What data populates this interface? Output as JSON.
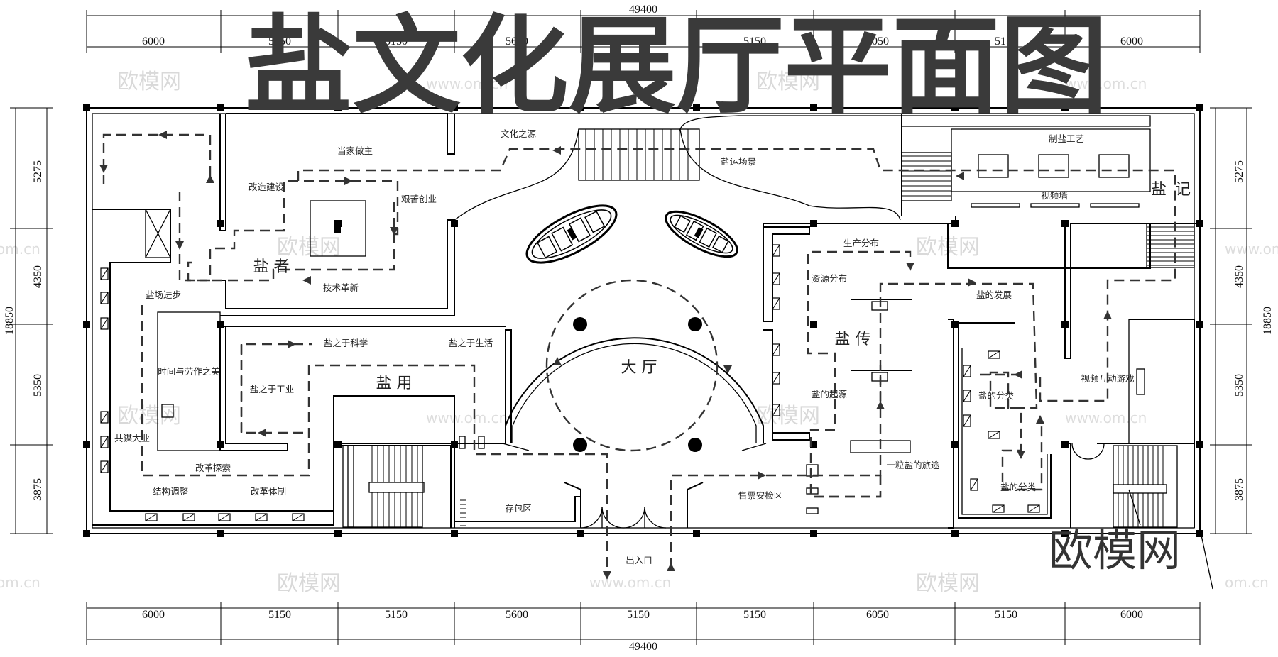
{
  "title": "盐文化展厅平面图",
  "brand": "欧模网",
  "watermark": {
    "logo": "欧模网",
    "url": "www.om.cn",
    "fragment": "om.cn"
  },
  "dimensions": {
    "top_total": "49400",
    "top_segments": [
      "6000",
      "5150",
      "5150",
      "5600",
      "5150",
      "5150",
      "6050",
      "5150",
      "6000"
    ],
    "bottom_total": "49400",
    "bottom_segments": [
      "6000",
      "5150",
      "5150",
      "5600",
      "5150",
      "5150",
      "6050",
      "5150",
      "6000"
    ],
    "left_total": "18850",
    "left_segments": [
      "5275",
      "4350",
      "5350",
      "3875"
    ],
    "right_total": "18850",
    "right_segments": [
      "5275",
      "4350",
      "5350",
      "3875"
    ]
  },
  "zones": {
    "yan_zhe": "盐 者",
    "yan_yong": "盐 用",
    "yan_chuan": "盐 传",
    "yan_ji_1": "盐",
    "yan_ji_2": "记",
    "hall": "大 厅"
  },
  "rooms": {
    "dangjia": "当家做主",
    "wenhua": "文化之源",
    "yanyun": "盐运场景",
    "zhiyan": "制盐工艺",
    "shipinqiang": "视频墙",
    "gaizao": "改造建设",
    "jianku": "艰苦创业",
    "jishu": "技术革新",
    "yanchang": "盐场进步",
    "shijian": "时间与劳作之美",
    "gongmou": "共谋大业",
    "gaige_tansuo": "改革探索",
    "jiegou": "结构调整",
    "gaige_tizhi": "改革体制",
    "kexue": "盐之于科学",
    "shenghuo": "盐之于生活",
    "gongye": "盐之于工业",
    "cunbao": "存包区",
    "churukou": "出入口",
    "shoupiao": "售票安检区",
    "shengchan": "生产分布",
    "ziyuan": "资源分布",
    "qiyuan": "盐的起源",
    "lvtu": "一粒盐的旅途",
    "fazhan": "盐的发展",
    "fenlei_1": "盐的分类",
    "fenlei_2": "盐的分类",
    "shipin_hudong": "视频互动游戏"
  }
}
